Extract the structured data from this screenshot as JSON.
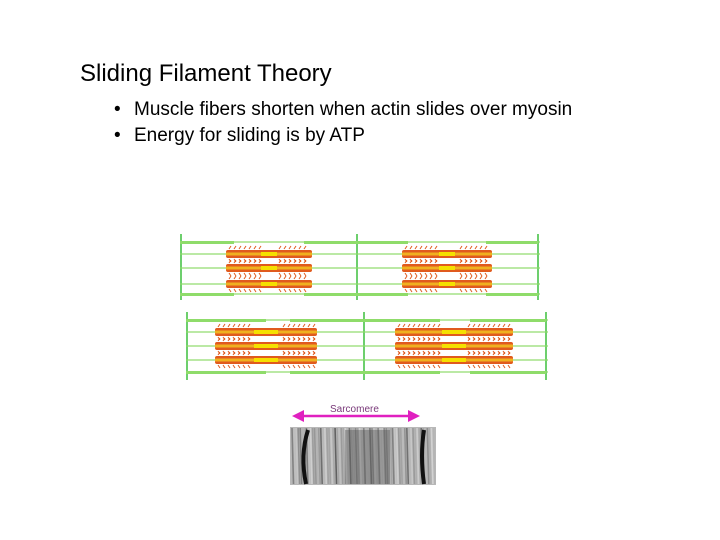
{
  "slide": {
    "title": "Sliding Filament Theory",
    "bullets": [
      "Muscle fibers shorten when actin slides over myosin",
      "Energy for sliding is by ATP"
    ],
    "bullet_marker": "•"
  },
  "figure": {
    "sarcomere_label": "Sarcomere",
    "colors": {
      "actin": "#8fdc6a",
      "z_line": "#3cbf3c",
      "myosin": "#e05a1e",
      "myosin_light": "#f0b020",
      "bare_zone": "#f5e000",
      "arrow": "#e020c0"
    }
  }
}
